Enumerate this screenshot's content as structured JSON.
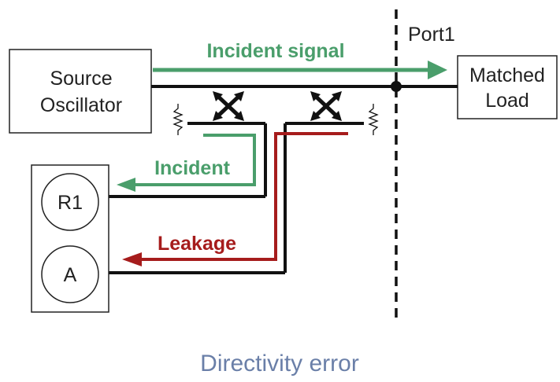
{
  "diagram": {
    "caption": "Directivity error",
    "port_label": "Port1",
    "source_box": {
      "line1": "Source",
      "line2": "Oscillator"
    },
    "load_box": {
      "line1": "Matched",
      "line2": "Load"
    },
    "signals": {
      "incident_signal": "Incident signal",
      "incident": "Incident",
      "leakage": "Leakage"
    },
    "receivers": {
      "r1": "R1",
      "a": "A"
    },
    "colors": {
      "incident": "#4a9e6b",
      "leakage": "#a61c1c",
      "line": "#111111",
      "caption": "#6a7fa8"
    }
  }
}
